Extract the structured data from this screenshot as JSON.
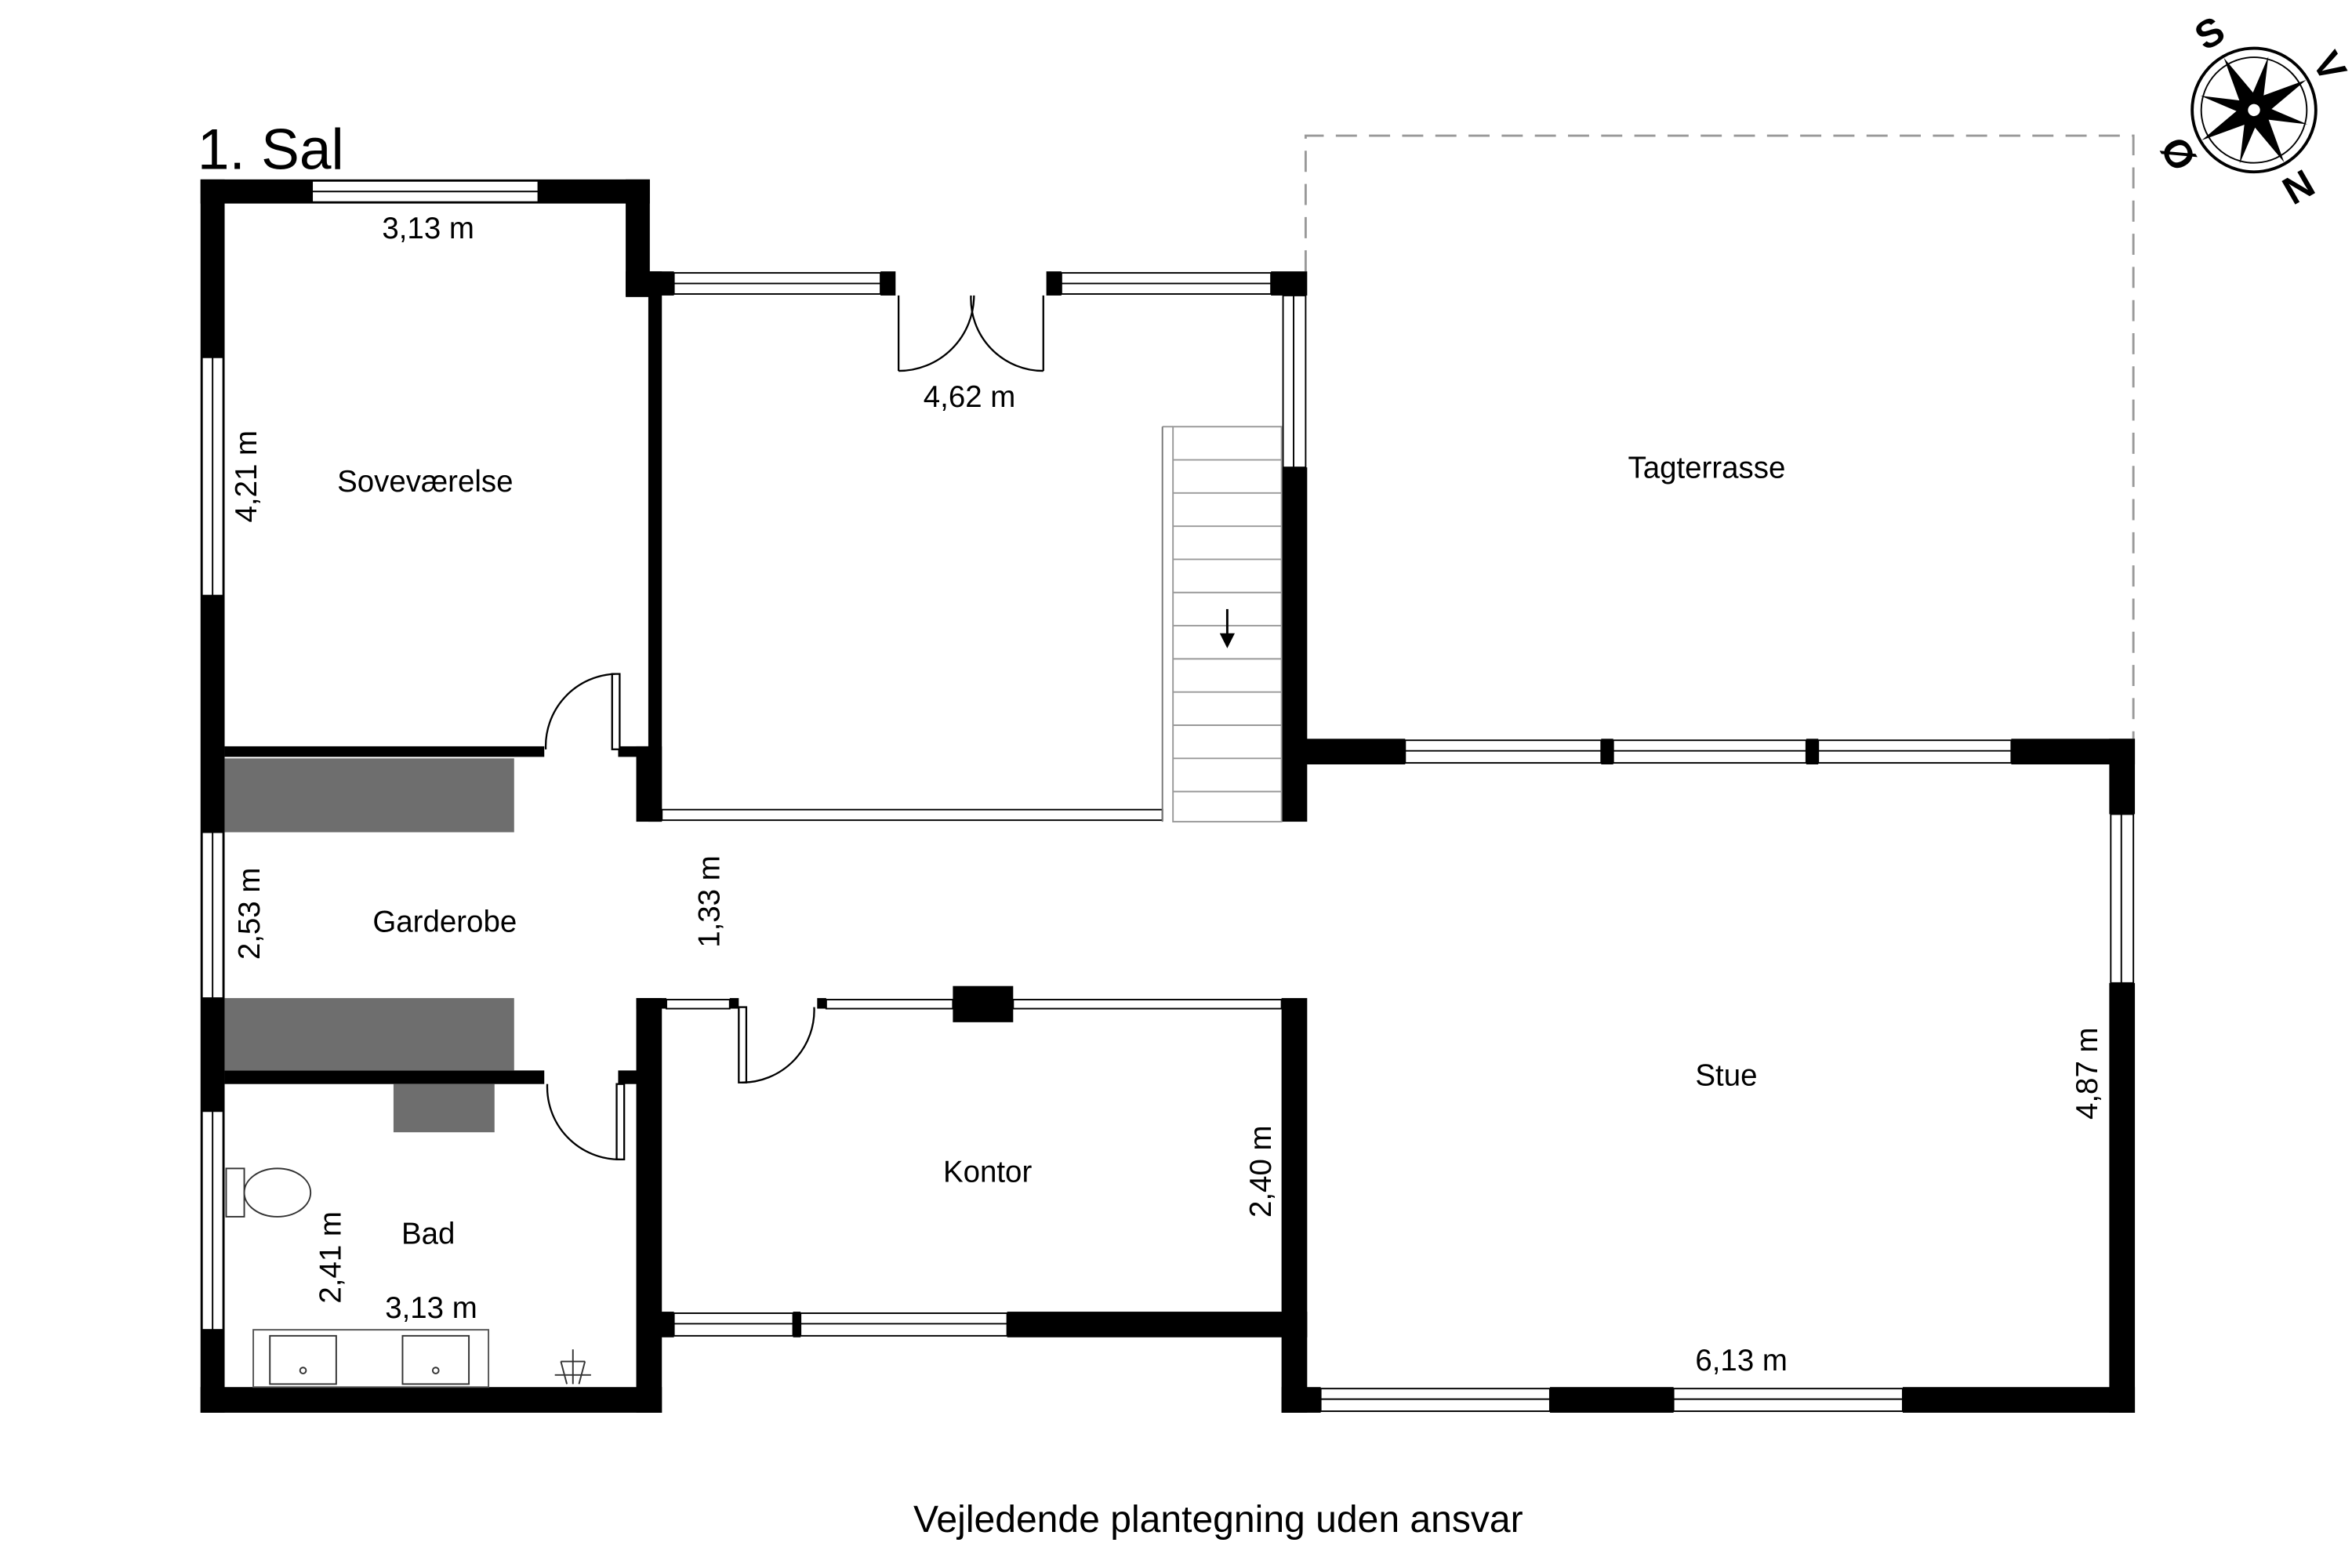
{
  "floor_label": "1. Sal",
  "rooms": {
    "bedroom": "Soveværelse",
    "wardrobe": "Garderobe",
    "bath": "Bad",
    "office": "Kontor",
    "living": "Stue",
    "roof_terrace": "Tagterrasse"
  },
  "dimensions": {
    "bedroom_width": "3,13 m",
    "bedroom_depth": "4,21 m",
    "hall_width": "4,62 m",
    "wardrobe_depth": "2,53 m",
    "corridor_width": "1,33 m",
    "bath_depth": "2,41 m",
    "bath_width": "3,13 m",
    "office_depth": "2,40 m",
    "living_depth": "4,87 m",
    "living_width": "6,13 m"
  },
  "compass": {
    "s": "S",
    "v": "V",
    "o": "Ø",
    "n": "N"
  },
  "disclaimer": "Vejledende plantegning uden ansvar",
  "colors": {
    "wall": "#000000",
    "cabinet": "#6e6e6e",
    "window": "#ffffff"
  }
}
